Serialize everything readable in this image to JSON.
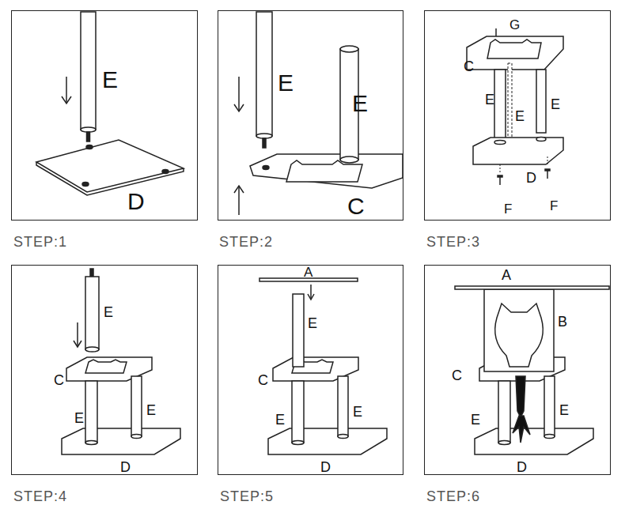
{
  "diagram": {
    "nodes": [
      {
        "text": [
          "E",
          "D",
          "STEP:1"
        ]
      },
      {
        "text": [
          "E",
          "E",
          "C",
          "STEP:2"
        ]
      },
      {
        "text": [
          "G",
          "C",
          "E",
          "E",
          "E",
          "D",
          "F",
          "F",
          "STEP:3"
        ]
      },
      {
        "text": [
          "E",
          "C",
          "E",
          "E",
          "D",
          "STEP:4"
        ]
      },
      {
        "text": [
          "A",
          "E",
          "C",
          "E",
          "E",
          "D",
          "STEP:5"
        ]
      },
      {
        "text": [
          "A",
          "B",
          "C",
          "E",
          "E",
          "D",
          "STEP:6"
        ]
      }
    ]
  }
}
